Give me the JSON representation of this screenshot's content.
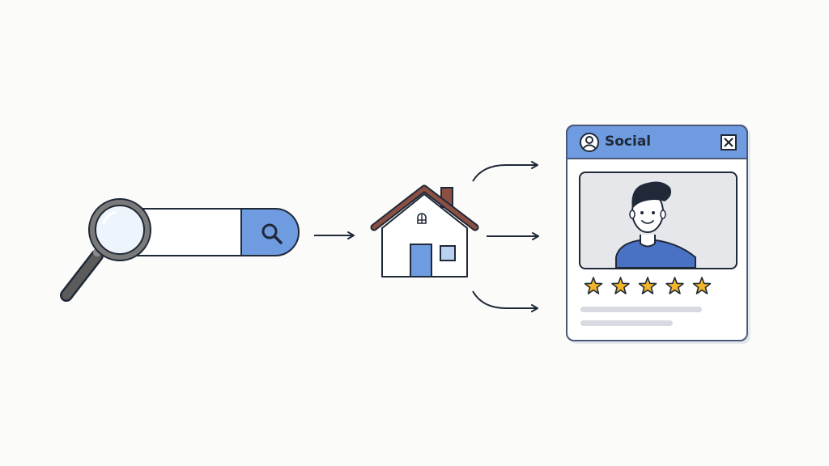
{
  "profile_card": {
    "title": "Social",
    "rating": 5,
    "rating_max": 5
  },
  "icons": {
    "search": "magnifying-glass-icon",
    "search_button": "search-icon",
    "home": "house-icon",
    "profile": "user-circle-icon",
    "close": "close-icon",
    "star": "star-icon"
  },
  "colors": {
    "background": "#fbfbfa",
    "accent_blue": "#6f9be0",
    "dark_blue": "#4a72c4",
    "outline": "#1f2937",
    "roof": "#8b4f44",
    "star": "#f4b628",
    "avatar_bg": "#e5e7eb"
  }
}
